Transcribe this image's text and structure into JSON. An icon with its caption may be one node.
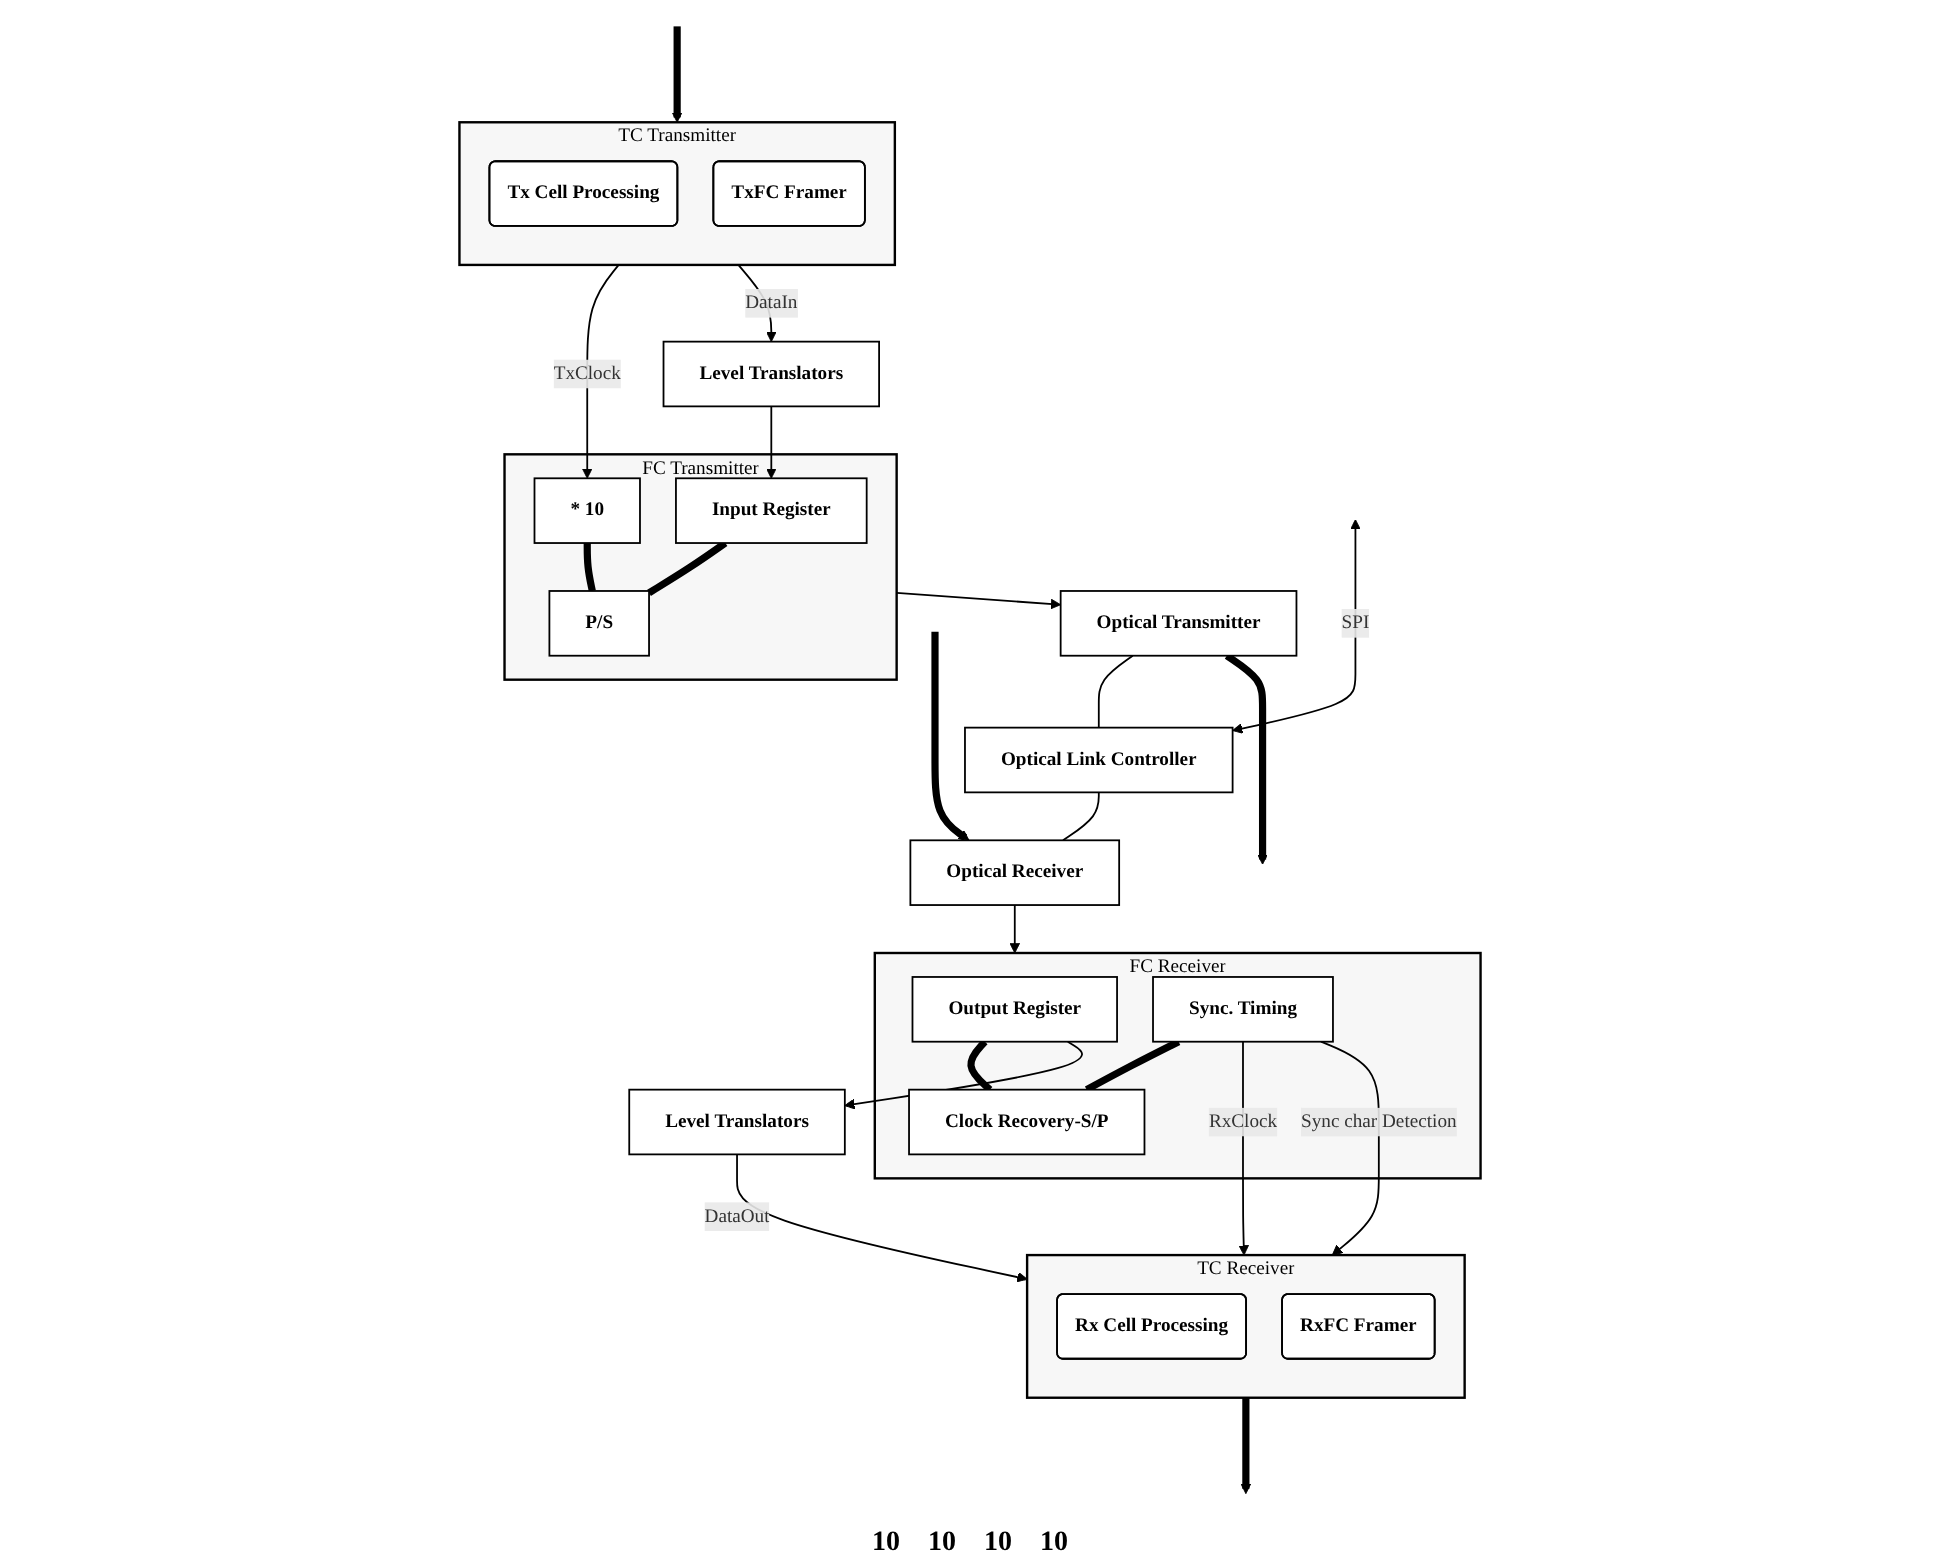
{
  "diagram": {
    "nodes": [
      {
        "text": [
          "TC Transmitter"
        ]
      },
      {
        "text": [
          "Tx Cell Processing"
        ],
        "in": 0
      },
      {
        "text": [
          "TxFC Framer"
        ],
        "in": 0
      },
      {
        "text": [
          "TC Receiver"
        ]
      },
      {
        "text": [
          "Rx Cell Processing"
        ],
        "in": 3
      },
      {
        "text": [
          "RxFC Framer"
        ],
        "in": 3
      },
      {
        "text": [
          "Level Translators"
        ]
      },
      {
        "text": [
          "Level Translators"
        ]
      },
      {
        "text": [
          "FC Transmitter"
        ]
      },
      {
        "text": [
          "Input Register"
        ],
        "in": 8
      },
      {
        "text": [
          "* 10"
        ],
        "in": 8
      },
      {
        "text": [
          "P/S"
        ],
        "in": 8
      },
      {
        "text": [
          "FC Receiver"
        ]
      },
      {
        "text": [
          "Output Register"
        ],
        "in": 12
      },
      {
        "text": [
          "Sync. Timing"
        ],
        "in": 12
      },
      {
        "text": [
          "Clock Recovery-S/P"
        ],
        "in": 12
      },
      {
        "text": [
          "Optical Transmitter"
        ]
      },
      {
        "text": [
          "Optical Link Controller"
        ]
      },
      {
        "text": [
          "Optical Receiver"
        ]
      }
    ],
    "edges": [
      {
        "from": null,
        "to": 0,
        "arrow": "to",
        "style": "thick"
      },
      {
        "from": 3,
        "to": null,
        "arrow": "to",
        "style": "thick"
      },
      {
        "from": 0,
        "to": 10,
        "arrow": "to",
        "label": "TxClock"
      },
      {
        "from": 0,
        "to": 6,
        "arrow": "to",
        "label": "DataIn"
      },
      {
        "from": 6,
        "to": 9,
        "arrow": "to"
      },
      {
        "from": 9,
        "to": 11,
        "arrow": "none",
        "style": "thick"
      },
      {
        "from": 10,
        "to": 11,
        "arrow": "none",
        "style": "thick"
      },
      {
        "from": 8,
        "to": 16,
        "arrow": "to"
      },
      {
        "from": 16,
        "to": 17,
        "arrow": "none"
      },
      {
        "from": 17,
        "to": 18,
        "arrow": "none"
      },
      {
        "from": 18,
        "to": 12,
        "arrow": "to"
      },
      {
        "from": 13,
        "to": 15,
        "arrow": "none",
        "style": "thick"
      },
      {
        "from": 14,
        "to": 15,
        "arrow": "none",
        "style": "thick"
      },
      {
        "from": 13,
        "to": 7,
        "arrow": "to"
      },
      {
        "from": 7,
        "to": 3,
        "arrow": "to",
        "label": "DataOut"
      },
      {
        "from": 14,
        "to": 3,
        "arrow": "to",
        "label": "RxClock"
      },
      {
        "from": 14,
        "to": 3,
        "arrow": "to",
        "label": "Sync char Detection"
      },
      {
        "from": null,
        "to": 17,
        "arrow": "both",
        "label": "SPI"
      },
      {
        "from": 16,
        "to": null,
        "arrow": "to",
        "style": "thick"
      },
      {
        "from": null,
        "to": 18,
        "arrow": "to",
        "style": "thick"
      }
    ],
    "labels": [
      "10",
      "10",
      "10",
      "10"
    ]
  }
}
